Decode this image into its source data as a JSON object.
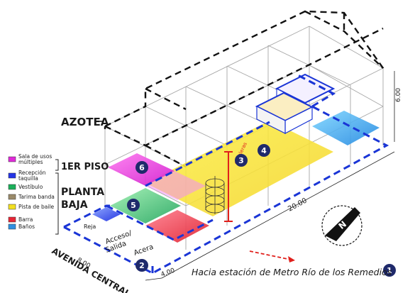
{
  "legend": {
    "items": [
      {
        "label": "Sala de usos múltiples",
        "color": "#e02bd9"
      },
      {
        "label": "Recepción taquilla",
        "color": "#2535e6"
      },
      {
        "label": "Vestíbulo",
        "color": "#1bb05a"
      },
      {
        "label": "Tarima banda",
        "color": "#9a8a6a"
      },
      {
        "label": "Pista de baile",
        "color": "#f2e020"
      },
      {
        "label": "Barra",
        "color": "#e82636"
      },
      {
        "label": "Baños",
        "color": "#2f8fe0"
      }
    ]
  },
  "levels": {
    "azotea": "AZOTEA",
    "primer_piso": "1ER PISO",
    "planta_baja_1": "PLANTA",
    "planta_baja_2": "BAJA"
  },
  "labels": {
    "reja": "Reja",
    "acceso": "Acceso/",
    "salida": "Salida",
    "acera": "Acera",
    "avenida": "AVENIDA CENTRAL",
    "hacia": "Hacia estación de Metro Río de los Remedios",
    "dim_height": "6.00",
    "dim_length": "20.00",
    "dim_width": "4.00",
    "dim_width2": "8.00",
    "stair_label": "escaleras"
  },
  "badges": [
    "1",
    "2",
    "3",
    "4",
    "5",
    "6"
  ],
  "colors": {
    "blue_dash": "#1a35d6",
    "black_dash": "#111111",
    "badge": "#1f2a6b",
    "arrow": "#e0201c"
  }
}
